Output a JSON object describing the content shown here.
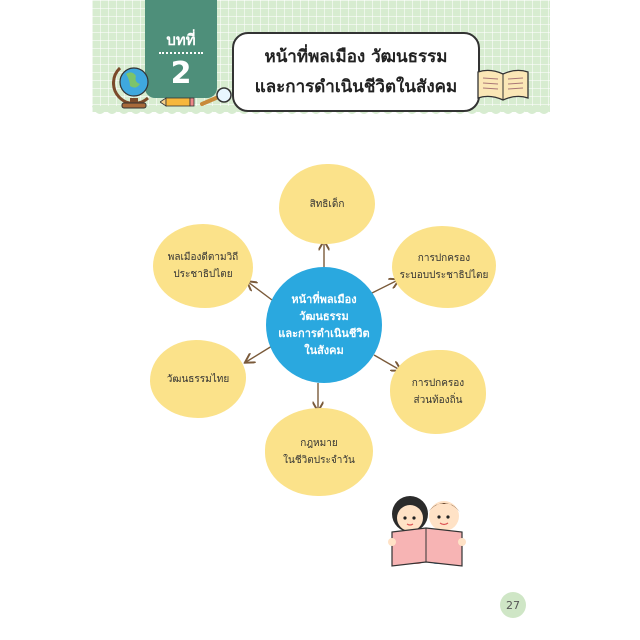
{
  "header": {
    "chapter_label": "บทที่",
    "chapter_number": "2",
    "title_line1": "หน้าที่พลเมือง วัฒนธรรม",
    "title_line2": "และการดำเนินชีวิตในสังคม"
  },
  "diagram": {
    "center": {
      "lines": [
        "หน้าที่พลเมือง",
        "วัฒนธรรม",
        "และการดำเนินชีวิต",
        "ในสังคม"
      ]
    },
    "nodes": [
      {
        "lines": [
          "สิทธิเด็ก"
        ]
      },
      {
        "lines": [
          "การปกครอง",
          "ระบอบประชาธิปไตย"
        ]
      },
      {
        "lines": [
          "การปกครอง",
          "ส่วนท้องถิ่น"
        ]
      },
      {
        "lines": [
          "กฎหมาย",
          "ในชีวิตประจำวัน"
        ]
      },
      {
        "lines": [
          "วัฒนธรรมไทย"
        ]
      },
      {
        "lines": [
          "พลเมืองดีตามวิถี",
          "ประชาธิปไตย"
        ]
      }
    ]
  },
  "footer": {
    "page_number": "27"
  },
  "colors": {
    "header_bg": "#d7ecd0",
    "chapter_tab": "#4e8f7a",
    "bubble": "#fbe28a",
    "center": "#2aa8df",
    "arrow": "#7a5a3a"
  },
  "icons": [
    "globe-icon",
    "pencil-icon",
    "magnifier-icon",
    "open-book-icon",
    "children-reading-illustration"
  ]
}
